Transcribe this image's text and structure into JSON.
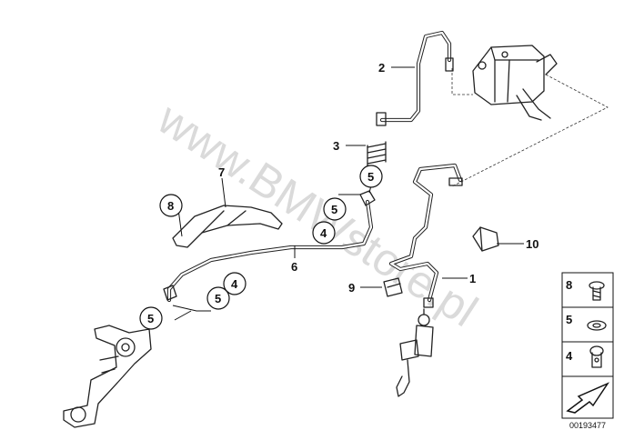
{
  "diagram": {
    "watermark": "www.BMWstore.pl",
    "doc_number": "00193477",
    "callouts": [
      {
        "id": "c1",
        "label": "1"
      },
      {
        "id": "c2",
        "label": "2"
      },
      {
        "id": "c3",
        "label": "3"
      },
      {
        "id": "c5a",
        "label": "5"
      },
      {
        "id": "c5b",
        "label": "5"
      },
      {
        "id": "c4a",
        "label": "4"
      },
      {
        "id": "c6",
        "label": "6"
      },
      {
        "id": "c7",
        "label": "7"
      },
      {
        "id": "c8",
        "label": "8"
      },
      {
        "id": "c9",
        "label": "9"
      },
      {
        "id": "c10",
        "label": "10"
      },
      {
        "id": "c4b",
        "label": "4"
      },
      {
        "id": "c5c",
        "label": "5"
      },
      {
        "id": "c5d",
        "label": "5"
      }
    ],
    "legend": [
      {
        "label": "8",
        "icon": "screw-icon"
      },
      {
        "label": "5",
        "icon": "washer-icon"
      },
      {
        "label": "4",
        "icon": "banjo-bolt-icon"
      },
      {
        "label": "",
        "icon": "arrow-icon"
      }
    ]
  }
}
